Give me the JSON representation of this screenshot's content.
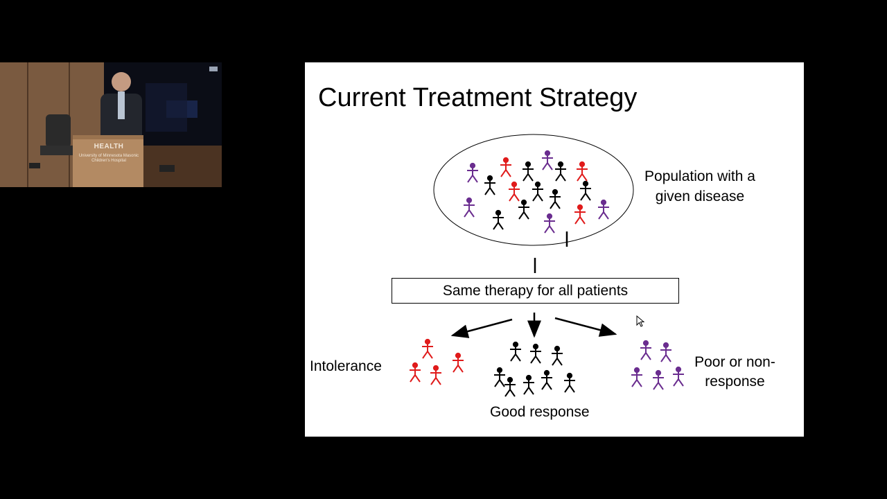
{
  "video": {
    "podium_logo_line1": "HEALTH",
    "podium_logo_line2": "University of Minnesota Masonic Children's Hospital"
  },
  "slide": {
    "title": "Current Treatment Strategy",
    "population_label": "Population with a given disease",
    "therapy_box": "Same therapy for all patients",
    "intolerance_label": "Intolerance",
    "good_response_label": "Good response",
    "poor_response_label": "Poor or non-response"
  },
  "colors": {
    "intolerance": "#e01b1b",
    "good_response": "#000000",
    "poor_response": "#6a2d8f",
    "background": "#000000",
    "slide": "#ffffff"
  },
  "icons": {
    "figure": "stick-figure-icon",
    "cursor": "mouse-pointer-icon"
  }
}
